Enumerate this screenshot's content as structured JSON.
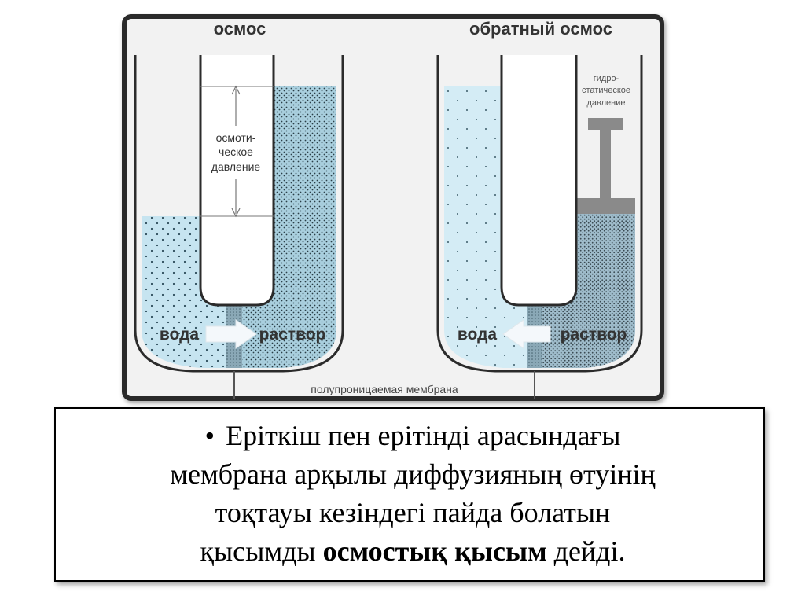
{
  "diagram": {
    "left_title": "осмос",
    "right_title": "обратный осмос",
    "osmotic_pressure_lines": [
      "осмоти-",
      "ческое",
      "давление"
    ],
    "hydrostatic_pressure_lines": [
      "гидро-",
      "статическое",
      "давление"
    ],
    "left_water_label": "вода",
    "left_solution_label": "раствор",
    "right_water_label": "вода",
    "right_solution_label": "раствор",
    "membrane_label": "полупроницаемая мембрана",
    "colors": {
      "water": "#c6e4f0",
      "solution": "#a9cfde",
      "solution_dense": "#8fb8c8",
      "outline": "#2b2b2b",
      "label_text": "#333333",
      "piston": "#8a8a8a"
    }
  },
  "caption": {
    "bullet": "•",
    "line1": "Еріткіш пен  ерітінді арасындағы",
    "line2": "мембрана арқылы  диффузияның өтуінің",
    "line3": "тоқтауы кезіндегі пайда болатын",
    "line4_start": "қысымды ",
    "line4_bold": "осмостық қысым",
    "line4_end": " дейді."
  }
}
